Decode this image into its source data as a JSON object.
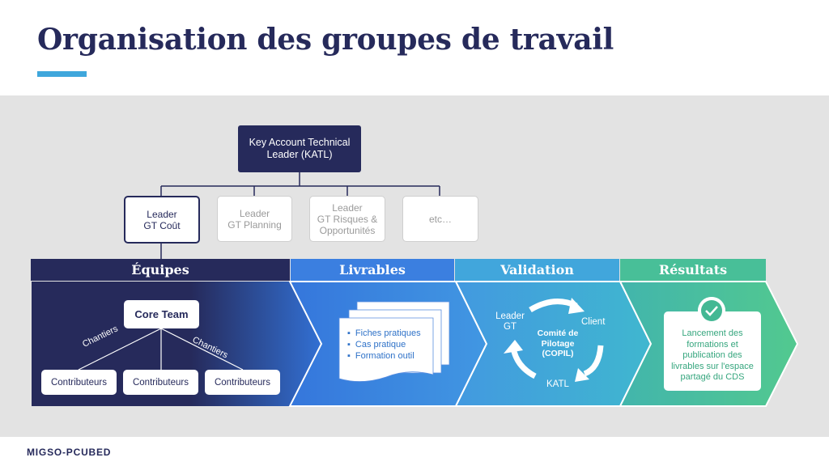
{
  "title": "Organisation des groupes de travail",
  "katl": {
    "lines": [
      "Key Account Technical",
      "Leader (KATL)"
    ]
  },
  "leaders": [
    {
      "lines": [
        "Leader",
        "GT Coût"
      ],
      "active": true
    },
    {
      "lines": [
        "Leader",
        "GT Planning"
      ],
      "active": false
    },
    {
      "lines": [
        "Leader",
        "GT Risques &",
        "Opportunités"
      ],
      "active": false
    },
    {
      "lines": [
        "etc…"
      ],
      "active": false
    }
  ],
  "stages": [
    {
      "label": "Équipes",
      "color": "#262a5b"
    },
    {
      "label": "Livrables",
      "color": "#3b7fe0"
    },
    {
      "label": "Validation",
      "color": "#41a6dc"
    },
    {
      "label": "Résultats",
      "color": "#48bf98"
    }
  ],
  "teams": {
    "core": "Core Team",
    "chantiers_left": "Chantiers",
    "chantiers_right": "Chantiers",
    "contributors": [
      "Contributeurs",
      "Contributeurs",
      "Contributeurs"
    ]
  },
  "deliverables": [
    "Fiches pratiques",
    "Cas pratique",
    "Formation outil"
  ],
  "validation": {
    "center": [
      "Comité de",
      "Pilotage",
      "(COPIL)"
    ],
    "leader": [
      "Leader",
      "GT"
    ],
    "client": "Client",
    "katl": "KATL"
  },
  "results": {
    "text": [
      "Lancement des",
      "formations et",
      "publication des",
      "livrables sur l'espace",
      "partagé du CDS"
    ]
  },
  "logo": "MIGSO-PCUBED"
}
